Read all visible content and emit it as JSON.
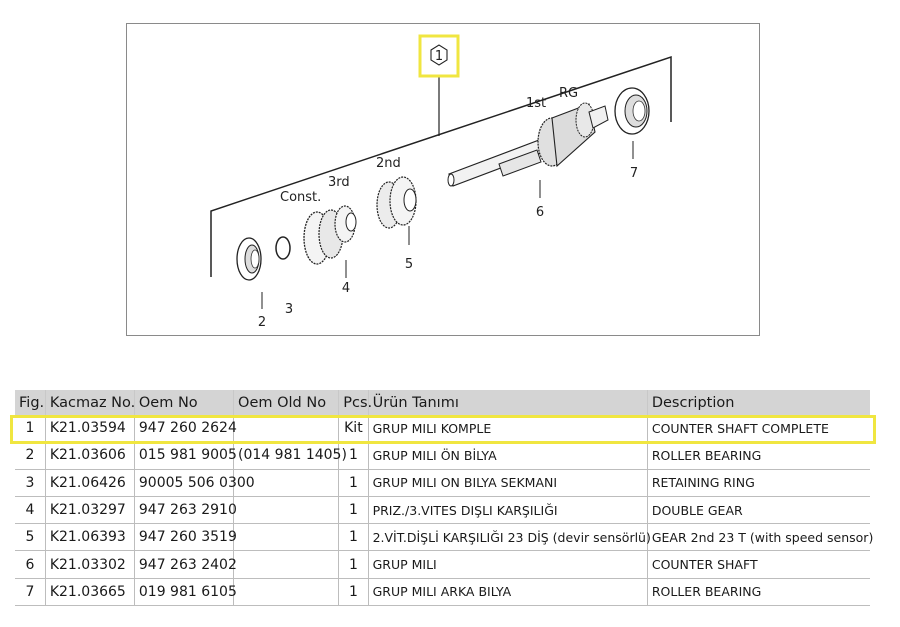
{
  "diagram": {
    "callout_number": "1",
    "gear_labels": {
      "first": "1st",
      "reverse": "RG",
      "second": "2nd",
      "third": "3rd",
      "constant": "Const."
    },
    "part_numbers": [
      "2",
      "3",
      "4",
      "5",
      "6",
      "7"
    ],
    "highlight_color": "#f0e640"
  },
  "table": {
    "headers": {
      "fig": "Fig.",
      "kacmaz": "Kacmaz No.",
      "oem": "Oem No",
      "oem_old": "Oem Old No",
      "pcs": "Pcs.",
      "urun": "Ürün Tanımı",
      "description": "Description"
    },
    "rows": [
      {
        "fig": "1",
        "kacmaz": "K21.03594",
        "oem": "947 260 2624",
        "oem_old": "",
        "pcs": "Kit",
        "urun": "GRUP MILI KOMPLE",
        "description": "COUNTER SHAFT COMPLETE"
      },
      {
        "fig": "2",
        "kacmaz": "K21.03606",
        "oem": "015 981 9005",
        "oem_old": "(014 981 1405)",
        "pcs": "1",
        "urun": "GRUP MILI ÖN BİLYA",
        "description": "ROLLER BEARING"
      },
      {
        "fig": "3",
        "kacmaz": "K21.06426",
        "oem": "90005 506 0300",
        "oem_old": "",
        "pcs": "1",
        "urun": "GRUP MILI ON BILYA SEKMANI",
        "description": "RETAINING RING"
      },
      {
        "fig": "4",
        "kacmaz": "K21.03297",
        "oem": "947 263 2910",
        "oem_old": "",
        "pcs": "1",
        "urun": "PRIZ./3.VITES DIŞLI KARŞILIĞI",
        "description": "DOUBLE GEAR"
      },
      {
        "fig": "5",
        "kacmaz": "K21.06393",
        "oem": "947 260 3519",
        "oem_old": "",
        "pcs": "1",
        "urun": "2.VİT.DİŞLİ KARŞILIĞI 23 DİŞ (devir sensörlü)",
        "description": "GEAR 2nd 23 T (with speed sensor)"
      },
      {
        "fig": "6",
        "kacmaz": "K21.03302",
        "oem": "947 263 2402",
        "oem_old": "",
        "pcs": "1",
        "urun": "GRUP MILI",
        "description": "COUNTER SHAFT"
      },
      {
        "fig": "7",
        "kacmaz": "K21.03665",
        "oem": "019 981 6105",
        "oem_old": "",
        "pcs": "1",
        "urun": "GRUP MILI ARKA BILYA",
        "description": "ROLLER BEARING"
      }
    ],
    "highlighted_row_index": 0
  }
}
